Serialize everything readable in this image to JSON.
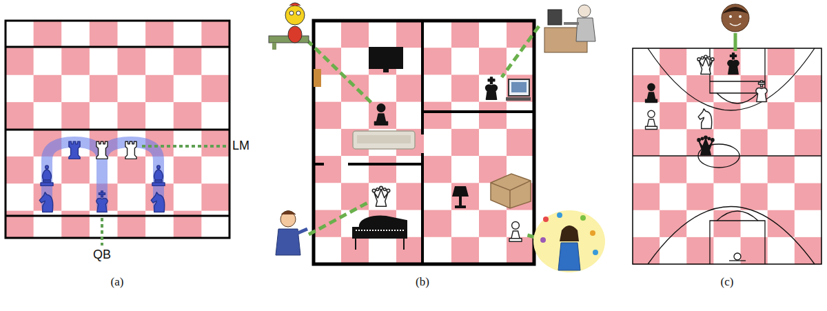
{
  "diagram": {
    "labels": [
      "LM",
      "QB",
      "(a)",
      "(b)",
      "(c)"
    ]
  }
}
